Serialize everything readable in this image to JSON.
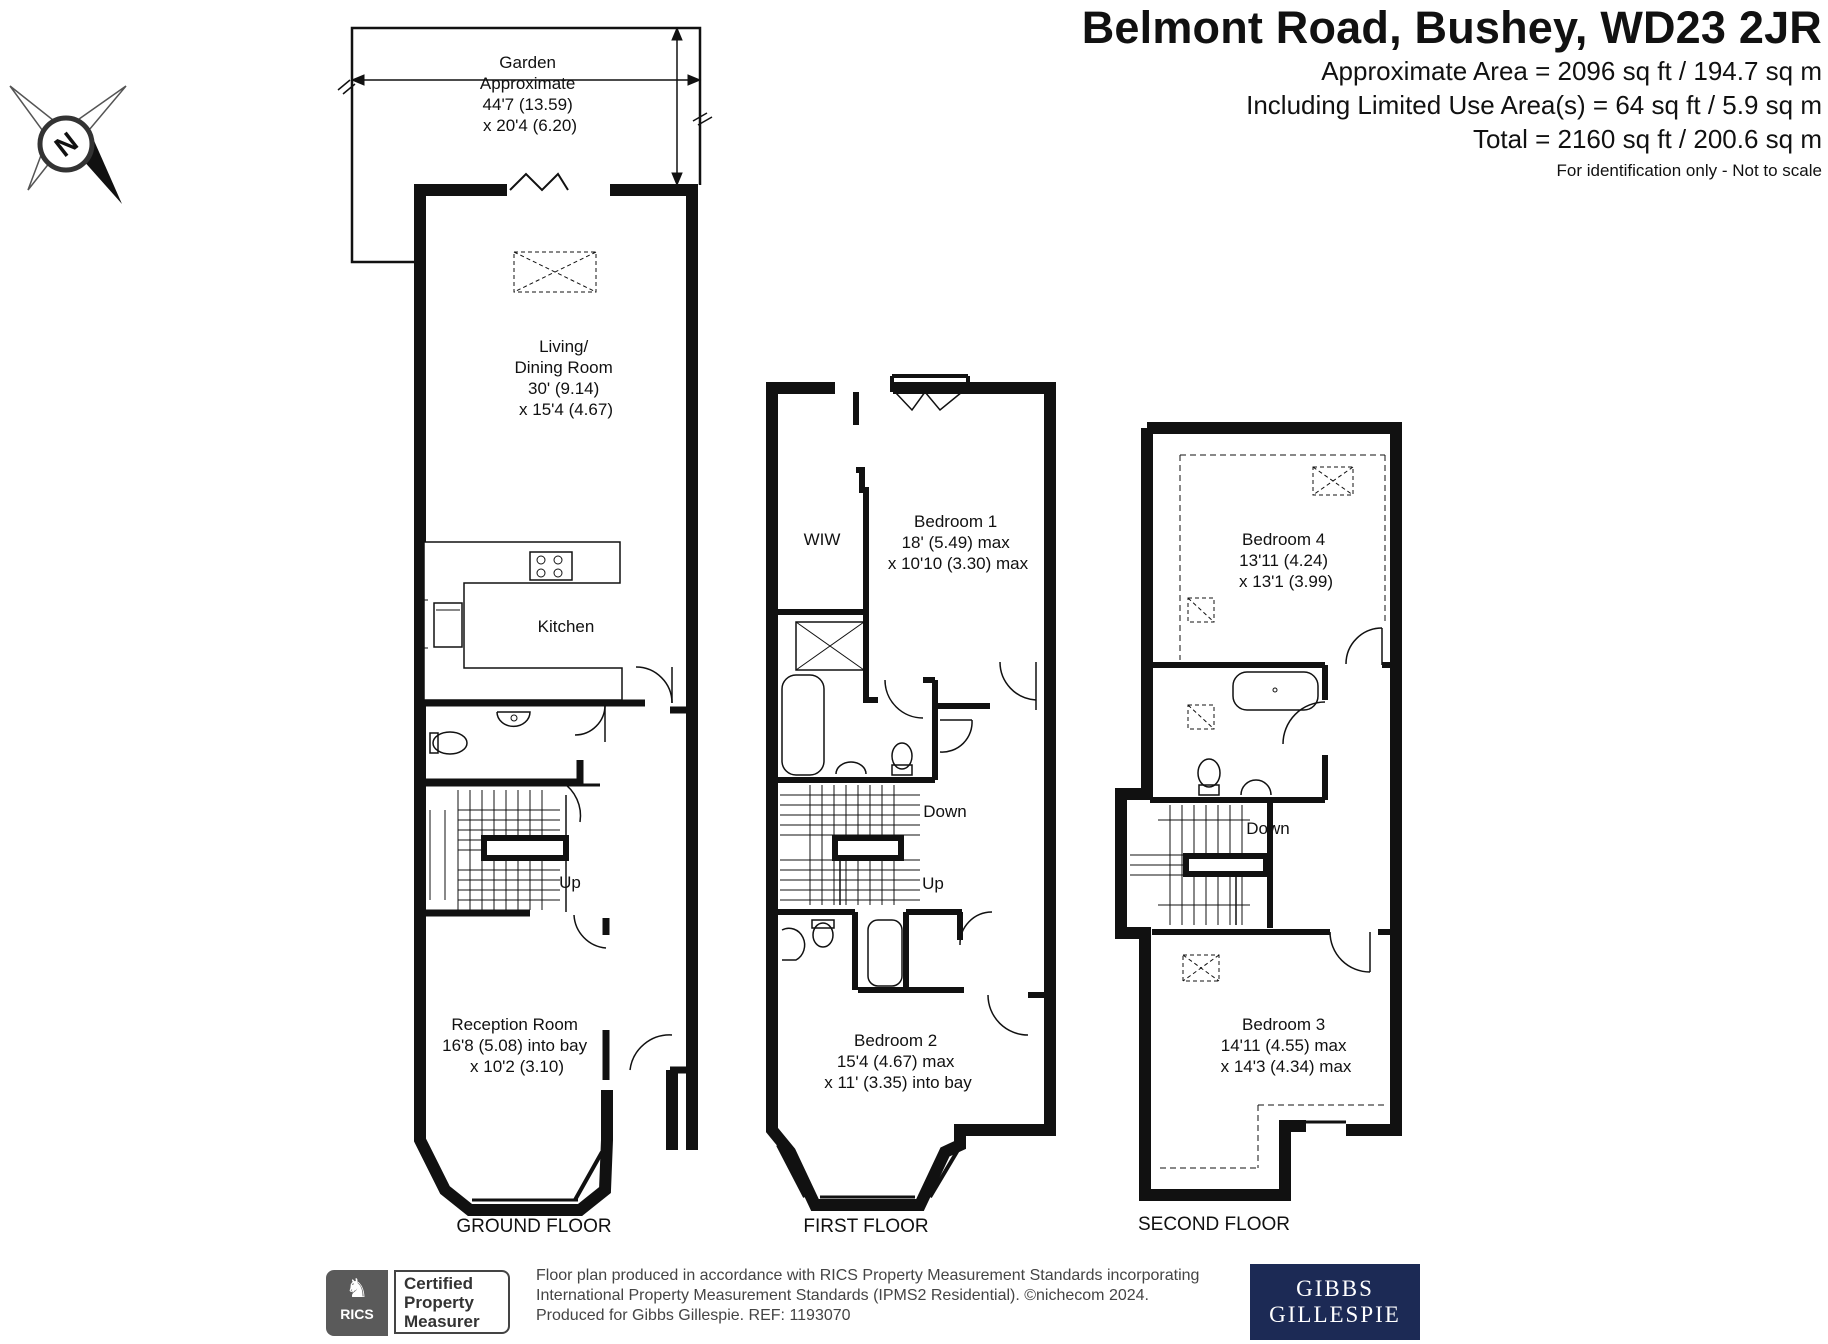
{
  "header": {
    "title": "Belmont Road, Bushey, WD23 2JR",
    "area_lines": [
      "Approximate Area = 2096 sq ft / 194.7 sq m",
      "Including Limited Use Area(s) = 64 sq ft / 5.9 sq m",
      "Total = 2160 sq ft / 200.6 sq m"
    ],
    "note": "For identification only - Not to scale"
  },
  "compass": {
    "letter": "N"
  },
  "rooms": {
    "garden": [
      "Garden",
      "Approximate",
      "44'7 (13.59)",
      "x 20'4 (6.20)"
    ],
    "living": [
      "Living/",
      "Dining Room",
      "30' (9.14)",
      "x 15'4 (4.67)"
    ],
    "kitchen": [
      "Kitchen"
    ],
    "reception": [
      "Reception Room",
      "16'8 (5.08) into bay",
      "x 10'2 (3.10)"
    ],
    "bedroom1": [
      "Bedroom 1",
      "18' (5.49) max",
      "x 10'10 (3.30) max"
    ],
    "wiw": [
      "WIW"
    ],
    "bedroom2": [
      "Bedroom 2",
      "15'4 (4.67) max",
      "x 11' (3.35) into bay"
    ],
    "bedroom4": [
      "Bedroom 4",
      "13'11 (4.24)",
      "x 13'1 (3.99)"
    ],
    "bedroom3": [
      "Bedroom 3",
      "14'11 (4.55) max",
      "x 14'3 (4.34) max"
    ]
  },
  "stairs": {
    "up": "Up",
    "down": "Down"
  },
  "floors": {
    "ground": "GROUND FLOOR",
    "first": "FIRST FLOOR",
    "second": "SECOND FLOOR"
  },
  "footer": {
    "rics_text": "RICS",
    "cert_lines": [
      "Certified",
      "Property",
      "Measurer"
    ],
    "legal_lines": [
      "Floor plan produced in accordance with RICS Property Measurement Standards incorporating",
      "International Property Measurement Standards (IPMS2 Residential).  ©nichecom 2024.",
      "Produced for Gibbs Gillespie.   REF: 1193070"
    ],
    "logo_lines": [
      "GIBBS",
      "GILLESPIE"
    ]
  },
  "colors": {
    "wall": "#111111",
    "logo_bg": "#1c2a55",
    "rics_bg": "#5a5a5a"
  }
}
